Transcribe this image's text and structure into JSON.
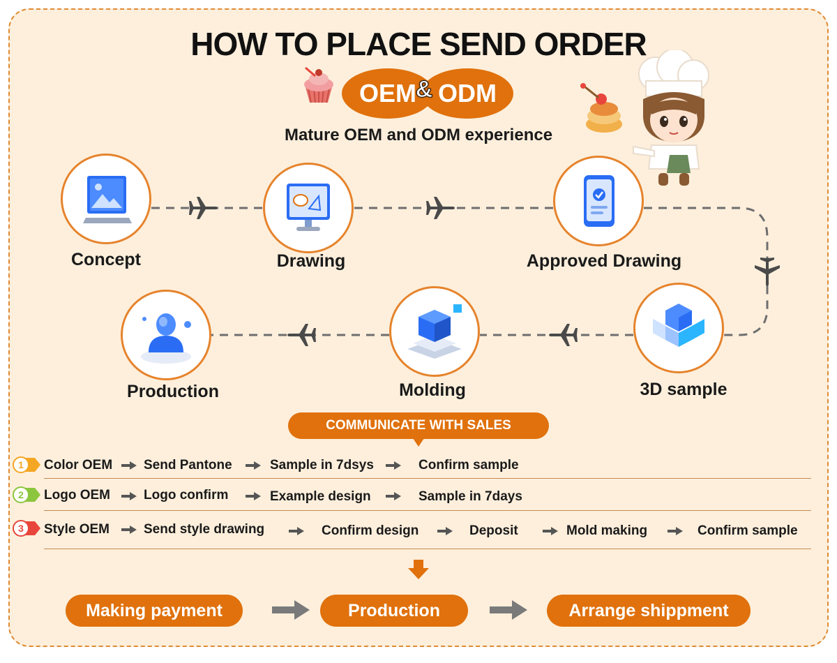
{
  "title": "HOW TO PLACE SEND ORDER",
  "badges": {
    "left": "OEM",
    "amp": "&",
    "right": "ODM"
  },
  "subtitle": "Mature OEM and ODM experience",
  "steps": [
    {
      "label": "Concept",
      "icon": "image-monitor-icon"
    },
    {
      "label": "Drawing",
      "icon": "design-monitor-icon"
    },
    {
      "label": "Approved Drawing",
      "icon": "approved-phone-icon"
    },
    {
      "label": "3D sample",
      "icon": "cubes-icon"
    },
    {
      "label": "Molding",
      "icon": "mold-cube-icon"
    },
    {
      "label": "Production",
      "icon": "person-icon"
    }
  ],
  "communicate": "COMMUNICATE WITH SALES",
  "processes": [
    {
      "number": "1",
      "color": "#f5a623",
      "items": [
        "Color OEM",
        "Send Pantone",
        "Sample in 7dsys",
        "Confirm sample"
      ]
    },
    {
      "number": "2",
      "color": "#8cc63f",
      "items": [
        "Logo OEM",
        "Logo confirm",
        "Example design",
        "Sample in 7days"
      ]
    },
    {
      "number": "3",
      "color": "#e8463c",
      "items": [
        "Style OEM",
        "Send style drawing",
        "Confirm design",
        "Deposit",
        "Mold making",
        "Confirm sample"
      ]
    }
  ],
  "final_steps": [
    "Making payment",
    "Production",
    "Arrange shippment"
  ],
  "colors": {
    "accent": "#e0710c",
    "background": "#fdefdc",
    "border": "#e6832c"
  }
}
